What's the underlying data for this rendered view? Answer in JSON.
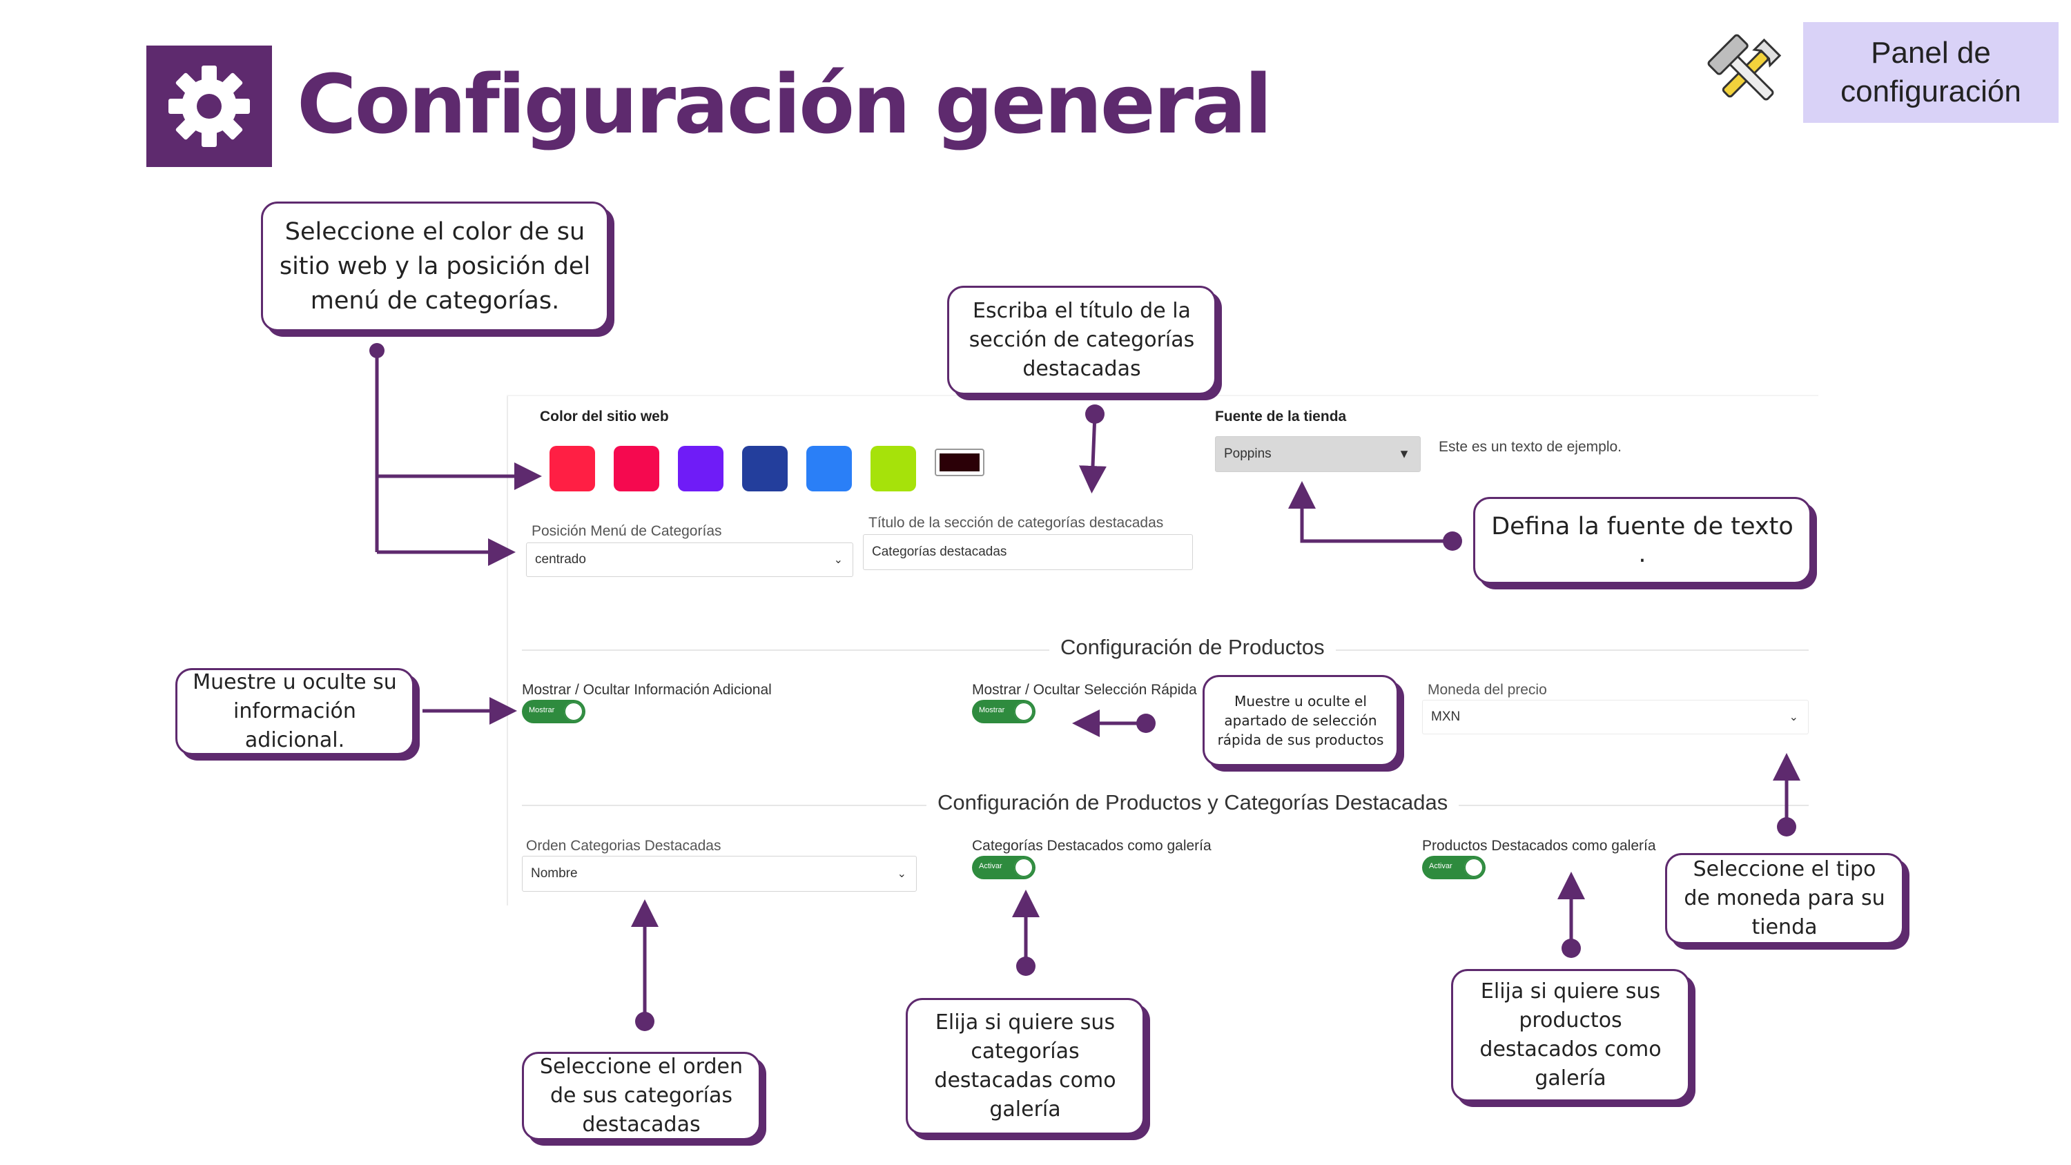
{
  "header": {
    "title": "Configuración general",
    "badge": "Panel de configuración"
  },
  "colors": {
    "accent": "#5e2a6e",
    "badge_bg": "#d9d2f7",
    "toggle_on": "#2e8b3e",
    "swatches": [
      "#ff1f44",
      "#f5094f",
      "#6f1cf7",
      "#233e9c",
      "#2a7ff7",
      "#a6e20a",
      "#2b0007"
    ]
  },
  "callouts": {
    "color_position": "Seleccione el color de su sitio web y la posición del menú de categorías.",
    "section_title": "Escriba el título de la sección de categorías destacadas",
    "font": "Defina la fuente de texto .",
    "additional_info": "Muestre u oculte su información adicional.",
    "quick_select": "Muestre u oculte el apartado de selección rápida de sus productos",
    "currency": "Seleccione el tipo de moneda para su tienda",
    "category_order": "Seleccione el orden de sus categorías destacadas",
    "categories_gallery": "Elija si quiere sus categorías destacadas como galería",
    "products_gallery": "Elija si quiere sus productos destacados como galería"
  },
  "settings": {
    "site_color_label": "Color del sitio web",
    "store_font_label": "Fuente de la tienda",
    "store_font_value": "Poppins",
    "font_sample": "Este es un texto de ejemplo.",
    "category_menu_position_label": "Posición Menú de Categorías",
    "category_menu_position_value": "centrado",
    "featured_section_title_label": "Título de la sección de categorías destacadas",
    "featured_section_title_value": "Categorías destacadas",
    "products_section": "Configuración de Productos",
    "additional_info_label": "Mostrar / Ocultar Información Adicional",
    "additional_info_toggle": "Mostrar",
    "quick_select_label": "Mostrar / Ocultar Selección Rápida",
    "quick_select_toggle": "Mostrar",
    "currency_label": "Moneda del precio",
    "currency_value": "MXN",
    "featured_section": "Configuración de Productos y Categorías Destacadas",
    "category_order_label": "Orden Categorias Destacadas",
    "category_order_value": "Nombre",
    "categories_gallery_label": "Categorías Destacados como galería",
    "categories_gallery_toggle": "Activar",
    "products_gallery_label": "Productos Destacados como galería",
    "products_gallery_toggle": "Activar"
  }
}
